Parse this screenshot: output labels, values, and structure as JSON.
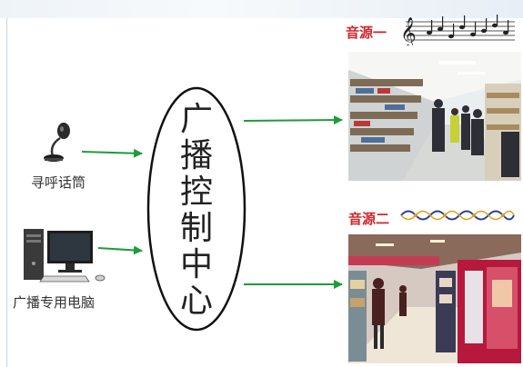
{
  "diagram": {
    "center": {
      "chars": [
        "广",
        "播",
        "控",
        "制",
        "中",
        "心"
      ]
    },
    "inputs": [
      {
        "label": "寻呼话筒",
        "icon": "microphone-icon"
      },
      {
        "label": "广播专用电脑",
        "icon": "computer-icon"
      }
    ],
    "outputs": [
      {
        "title": "音源一",
        "decoration": "music-staff-icon",
        "image": "supermarket-aisle-photo"
      },
      {
        "title": "音源二",
        "decoration": "ornament-border-icon",
        "image": "cosmetics-store-photo"
      }
    ],
    "colors": {
      "arrow": "#1e9b3c",
      "source_title": "#d0262b"
    }
  }
}
